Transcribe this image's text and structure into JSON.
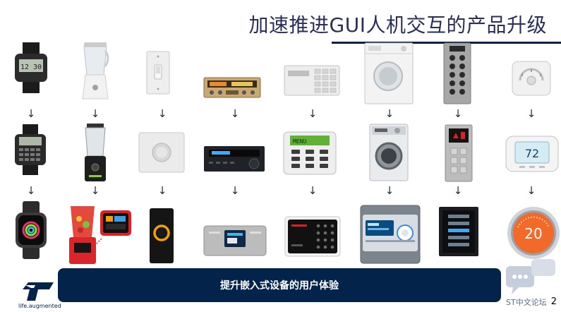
{
  "slide": {
    "title": "加速推进GUI人机交互的产品升级",
    "banner_text": "提升嵌入式设备的用户体验",
    "page_number": "2",
    "logo_tagline": "life.augmented",
    "forum_label": "ST中文论坛"
  },
  "grid": {
    "arrow_glyph": "↓",
    "columns": [
      {
        "name": "watch",
        "devices": [
          {
            "stage": "legacy",
            "icon": "digital-watch-icon",
            "screen_text": "12 30"
          },
          {
            "stage": "improved",
            "icon": "calculator-watch-icon"
          },
          {
            "stage": "gui",
            "icon": "smart-watch-icon"
          }
        ]
      },
      {
        "name": "blender",
        "devices": [
          {
            "stage": "legacy",
            "icon": "blender-icon"
          },
          {
            "stage": "improved",
            "icon": "digital-blender-icon"
          },
          {
            "stage": "gui",
            "icon": "touch-blender-icon"
          }
        ]
      },
      {
        "name": "light-switch",
        "devices": [
          {
            "stage": "legacy",
            "icon": "toggle-switch-icon"
          },
          {
            "stage": "improved",
            "icon": "dimmer-switch-icon"
          },
          {
            "stage": "gui",
            "icon": "smart-switch-icon"
          }
        ]
      },
      {
        "name": "audio-receiver",
        "devices": [
          {
            "stage": "legacy",
            "icon": "stereo-receiver-icon"
          },
          {
            "stage": "improved",
            "icon": "av-receiver-icon"
          },
          {
            "stage": "gui",
            "icon": "touch-receiver-icon"
          }
        ]
      },
      {
        "name": "alarm-panel",
        "devices": [
          {
            "stage": "legacy",
            "icon": "keypad-icon"
          },
          {
            "stage": "improved",
            "icon": "lcd-keypad-icon",
            "screen_text": "MENU"
          },
          {
            "stage": "gui",
            "icon": "touch-keypad-icon"
          }
        ]
      },
      {
        "name": "washing-machine",
        "devices": [
          {
            "stage": "legacy",
            "icon": "washer-icon"
          },
          {
            "stage": "improved",
            "icon": "front-loader-icon"
          },
          {
            "stage": "gui",
            "icon": "touch-washer-icon"
          }
        ]
      },
      {
        "name": "elevator-panel",
        "devices": [
          {
            "stage": "legacy",
            "icon": "elevator-buttons-icon"
          },
          {
            "stage": "improved",
            "icon": "elevator-display-icon"
          },
          {
            "stage": "gui",
            "icon": "elevator-touch-icon"
          }
        ]
      },
      {
        "name": "thermostat",
        "devices": [
          {
            "stage": "legacy",
            "icon": "dial-thermostat-icon"
          },
          {
            "stage": "improved",
            "icon": "digital-thermostat-icon",
            "screen_text": "72"
          },
          {
            "stage": "gui",
            "icon": "smart-thermostat-icon",
            "screen_text": "20"
          }
        ]
      }
    ]
  },
  "colors": {
    "navy": "#03234b",
    "title": "#2a2e5a",
    "accent_red": "#e02020",
    "accent_orange": "#f0a000",
    "lcd_green": "#7fd63a",
    "thermostat_orange": "#f26a2a"
  }
}
